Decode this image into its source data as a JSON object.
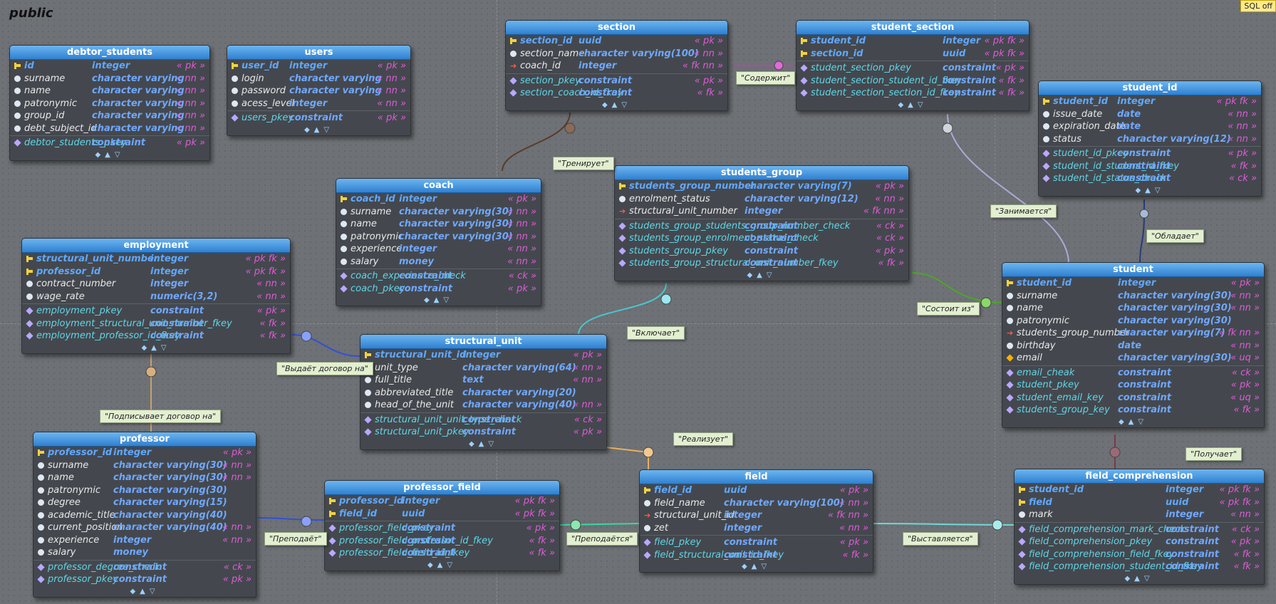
{
  "schema": "public",
  "sql_badge": "SQL off",
  "tables": [
    {
      "id": "debtor_students",
      "name": "debtor_students",
      "typeCol": 115,
      "rows": [
        {
          "k": "pk",
          "n": "id",
          "t": "integer",
          "f": "« pk »"
        },
        {
          "k": "col",
          "n": "surname",
          "t": "character varying",
          "f": "« nn »"
        },
        {
          "k": "col",
          "n": "name",
          "t": "character varying",
          "f": "« nn »"
        },
        {
          "k": "col",
          "n": "patronymic",
          "t": "character varying",
          "f": "« nn »"
        },
        {
          "k": "col",
          "n": "group_id",
          "t": "character varying",
          "f": "« nn »"
        },
        {
          "k": "col",
          "n": "debt_subject_id",
          "t": "character varying",
          "f": "« nn »"
        },
        {
          "k": "sep"
        },
        {
          "k": "con",
          "n": "debtor_students_pkey",
          "t": "constraint",
          "f": "« pk »"
        }
      ]
    },
    {
      "id": "users",
      "name": "users",
      "typeCol": 87,
      "rows": [
        {
          "k": "pk",
          "n": "user_id",
          "t": "integer",
          "f": "« pk »"
        },
        {
          "k": "col",
          "n": "login",
          "t": "character varying",
          "f": "« nn »"
        },
        {
          "k": "col",
          "n": "password",
          "t": "character varying",
          "f": "« nn »"
        },
        {
          "k": "col",
          "n": "acess_level",
          "t": "integer",
          "f": "« nn »"
        },
        {
          "k": "sep"
        },
        {
          "k": "con",
          "n": "users_pkey",
          "t": "constraint",
          "f": "« pk »"
        }
      ]
    },
    {
      "id": "section",
      "name": "section",
      "typeCol": 102,
      "rows": [
        {
          "k": "pk",
          "n": "section_id",
          "t": "uuid",
          "f": "« pk »"
        },
        {
          "k": "col",
          "n": "section_name",
          "t": "character varying(100)",
          "f": "« nn »"
        },
        {
          "k": "fk",
          "n": "coach_id",
          "t": "integer",
          "f": "« fk nn »"
        },
        {
          "k": "sep"
        },
        {
          "k": "con",
          "n": "section_pkey",
          "t": "constraint",
          "f": "« pk »"
        },
        {
          "k": "con",
          "n": "section_coach_id_fkey",
          "t": "constraint",
          "f": "« fk »"
        }
      ]
    },
    {
      "id": "student_section",
      "name": "student_section",
      "typeCol": 205,
      "rows": [
        {
          "k": "pk",
          "n": "student_id",
          "t": "integer",
          "f": "« pk fk »"
        },
        {
          "k": "pk",
          "n": "section_id",
          "t": "uuid",
          "f": "« pk fk »"
        },
        {
          "k": "sep"
        },
        {
          "k": "con",
          "n": "student_section_pkey",
          "t": "constraint",
          "f": "« pk »"
        },
        {
          "k": "con",
          "n": "student_section_student_id_fkey",
          "t": "constraint",
          "f": "« fk »"
        },
        {
          "k": "con",
          "n": "student_section_section_id_fkey",
          "t": "constraint",
          "f": "« fk »"
        }
      ]
    },
    {
      "id": "student_id",
      "name": "student_id",
      "typeCol": 110,
      "rows": [
        {
          "k": "pk",
          "n": "student_id",
          "t": "integer",
          "f": "« pk fk »"
        },
        {
          "k": "col",
          "n": "issue_date",
          "t": "date",
          "f": "« nn »"
        },
        {
          "k": "col",
          "n": "expiration_date",
          "t": "date",
          "f": "« nn »"
        },
        {
          "k": "col",
          "n": "status",
          "t": "character varying(12)",
          "f": "« nn »"
        },
        {
          "k": "sep"
        },
        {
          "k": "con",
          "n": "student_id_pkey",
          "t": "constraint",
          "f": "« pk »"
        },
        {
          "k": "con",
          "n": "student_id_student_id_fkey",
          "t": "constraint",
          "f": "« fk »"
        },
        {
          "k": "con",
          "n": "student_id_status_check",
          "t": "constraint",
          "f": "« ck »"
        }
      ]
    },
    {
      "id": "coach",
      "name": "coach",
      "typeCol": 88,
      "rows": [
        {
          "k": "pk",
          "n": "coach_id",
          "t": "integer",
          "f": "« pk »"
        },
        {
          "k": "col",
          "n": "surname",
          "t": "character varying(30)",
          "f": "« nn »"
        },
        {
          "k": "col",
          "n": "name",
          "t": "character varying(30)",
          "f": "« nn »"
        },
        {
          "k": "col",
          "n": "patronymic",
          "t": "character varying(30)",
          "f": "« nn »"
        },
        {
          "k": "col",
          "n": "experience",
          "t": "integer",
          "f": "« nn »"
        },
        {
          "k": "col",
          "n": "salary",
          "t": "money",
          "f": "« nn »"
        },
        {
          "k": "sep"
        },
        {
          "k": "con",
          "n": "coach_experience_check",
          "t": "constraint",
          "f": "« ck »"
        },
        {
          "k": "con",
          "n": "coach_pkey",
          "t": "constraint",
          "f": "« pk »"
        }
      ]
    },
    {
      "id": "students_group",
      "name": "students_group",
      "typeCol": 182,
      "rows": [
        {
          "k": "pk",
          "n": "students_group_number",
          "t": "character varying(7)",
          "f": "« pk »"
        },
        {
          "k": "col",
          "n": "enrolment_status",
          "t": "character varying(12)",
          "f": "« nn »"
        },
        {
          "k": "fk",
          "n": "structural_unit_number",
          "t": "integer",
          "f": "« fk nn »"
        },
        {
          "k": "sep"
        },
        {
          "k": "con",
          "n": "students_group_students_group_number_check",
          "t": "constraint",
          "f": "« ck »"
        },
        {
          "k": "con",
          "n": "students_group_enrolment_status_check",
          "t": "constraint",
          "f": "« ck »"
        },
        {
          "k": "con",
          "n": "students_group_pkey",
          "t": "constraint",
          "f": "« pk »"
        },
        {
          "k": "con",
          "n": "students_group_structural_unit_number_fkey",
          "t": "constraint",
          "f": "« fk »"
        }
      ]
    },
    {
      "id": "employment",
      "name": "employment",
      "typeCol": 180,
      "rows": [
        {
          "k": "pk",
          "n": "structural_unit_number",
          "t": "integer",
          "f": "« pk fk »"
        },
        {
          "k": "pk",
          "n": "professor_id",
          "t": "integer",
          "f": "« pk fk »"
        },
        {
          "k": "col",
          "n": "contract_number",
          "t": "integer",
          "f": "« nn »"
        },
        {
          "k": "col",
          "n": "wage_rate",
          "t": "numeric(3,2)",
          "f": "« nn »"
        },
        {
          "k": "sep"
        },
        {
          "k": "con",
          "n": "employment_pkey",
          "t": "constraint",
          "f": "« pk »"
        },
        {
          "k": "con",
          "n": "employment_structural_unit_number_fkey",
          "t": "constraint",
          "f": "« fk »"
        },
        {
          "k": "con",
          "n": "employment_professor_id_fkey",
          "t": "constraint",
          "f": "« fk »"
        }
      ]
    },
    {
      "id": "student",
      "name": "student",
      "typeCol": 162,
      "rows": [
        {
          "k": "pk",
          "n": "student_id",
          "t": "integer",
          "f": "« pk »"
        },
        {
          "k": "col",
          "n": "surname",
          "t": "character varying(30)",
          "f": "« nn »"
        },
        {
          "k": "col",
          "n": "name",
          "t": "character varying(30)",
          "f": "« nn »"
        },
        {
          "k": "col",
          "n": "patronymic",
          "t": "character varying(30)",
          "f": ""
        },
        {
          "k": "fk",
          "n": "students_group_number",
          "t": "character varying(7)",
          "f": "« fk nn »"
        },
        {
          "k": "col",
          "n": "birthday",
          "t": "date",
          "f": "« nn »"
        },
        {
          "k": "uq",
          "n": "email",
          "t": "character varying(30)",
          "f": "« uq »"
        },
        {
          "k": "sep"
        },
        {
          "k": "con",
          "n": "email_cheak",
          "t": "constraint",
          "f": "« ck »"
        },
        {
          "k": "con",
          "n": "student_pkey",
          "t": "constraint",
          "f": "« pk »"
        },
        {
          "k": "con",
          "n": "student_email_key",
          "t": "constraint",
          "f": "« uq »"
        },
        {
          "k": "con",
          "n": "students_group_key",
          "t": "constraint",
          "f": "« fk »"
        }
      ]
    },
    {
      "id": "structural_unit",
      "name": "structural_unit",
      "typeCol": 143,
      "rows": [
        {
          "k": "pk",
          "n": "structural_unit_id",
          "t": "integer",
          "f": "« pk »"
        },
        {
          "k": "col",
          "n": "unit_type",
          "t": "character varying(64)",
          "f": "« nn »"
        },
        {
          "k": "col",
          "n": "full_title",
          "t": "text",
          "f": "« nn »"
        },
        {
          "k": "col",
          "n": "abbreviated_title",
          "t": "character varying(20)",
          "f": ""
        },
        {
          "k": "col",
          "n": "head_of_the_unit",
          "t": "character varying(40)",
          "f": "« nn »"
        },
        {
          "k": "sep"
        },
        {
          "k": "con",
          "n": "structural_unit_unit_type_check",
          "t": "constraint",
          "f": "« ck »"
        },
        {
          "k": "con",
          "n": "structural_unit_pkey",
          "t": "constraint",
          "f": "« pk »"
        }
      ]
    },
    {
      "id": "professor",
      "name": "professor",
      "typeCol": 112,
      "rows": [
        {
          "k": "pk",
          "n": "professor_id",
          "t": "integer",
          "f": "« pk »"
        },
        {
          "k": "col",
          "n": "surname",
          "t": "character varying(30)",
          "f": "« nn »"
        },
        {
          "k": "col",
          "n": "name",
          "t": "character varying(30)",
          "f": "« nn »"
        },
        {
          "k": "col",
          "n": "patronymic",
          "t": "character varying(30)",
          "f": ""
        },
        {
          "k": "col",
          "n": "degree",
          "t": "character varying(15)",
          "f": ""
        },
        {
          "k": "col",
          "n": "academic_title",
          "t": "character varying(40)",
          "f": ""
        },
        {
          "k": "col",
          "n": "current_position",
          "t": "character varying(40)",
          "f": "« nn »"
        },
        {
          "k": "col",
          "n": "experience",
          "t": "integer",
          "f": "« nn »"
        },
        {
          "k": "col",
          "n": "salary",
          "t": "money",
          "f": ""
        },
        {
          "k": "sep"
        },
        {
          "k": "con",
          "n": "professor_degree_check",
          "t": "constraint",
          "f": "« ck »"
        },
        {
          "k": "con",
          "n": "professor_pkey",
          "t": "constraint",
          "f": "« pk »"
        }
      ]
    },
    {
      "id": "professor_field",
      "name": "professor_field",
      "typeCol": 108,
      "rows": [
        {
          "k": "pk",
          "n": "professor_id",
          "t": "integer",
          "f": "« pk fk »"
        },
        {
          "k": "pk",
          "n": "field_id",
          "t": "uuid",
          "f": "« pk fk »"
        },
        {
          "k": "sep"
        },
        {
          "k": "con",
          "n": "professor_field_pkey",
          "t": "constraint",
          "f": "« pk »"
        },
        {
          "k": "con",
          "n": "professor_field_professor_id_fkey",
          "t": "constraint",
          "f": "« fk »"
        },
        {
          "k": "con",
          "n": "professor_field_field_id_fkey",
          "t": "constraint",
          "f": "« fk »"
        }
      ]
    },
    {
      "id": "field",
      "name": "field",
      "typeCol": 118,
      "rows": [
        {
          "k": "pk",
          "n": "field_id",
          "t": "uuid",
          "f": "« pk »"
        },
        {
          "k": "col",
          "n": "field_name",
          "t": "character varying(100)",
          "f": "« nn »"
        },
        {
          "k": "fk",
          "n": "structural_unit_id",
          "t": "integer",
          "f": "« fk nn »"
        },
        {
          "k": "col",
          "n": "zet",
          "t": "integer",
          "f": "« nn »"
        },
        {
          "k": "sep"
        },
        {
          "k": "con",
          "n": "field_pkey",
          "t": "constraint",
          "f": "« pk »"
        },
        {
          "k": "con",
          "n": "field_structural_unit_id_fkey",
          "t": "constraint",
          "f": "« fk »"
        }
      ]
    },
    {
      "id": "field_comprehension",
      "name": "field_comprehension",
      "typeCol": 212,
      "rows": [
        {
          "k": "pk",
          "n": "student_id",
          "t": "integer",
          "f": "« pk fk »"
        },
        {
          "k": "pk",
          "n": "field",
          "t": "uuid",
          "f": "« pk fk »"
        },
        {
          "k": "col",
          "n": "mark",
          "t": "integer",
          "f": "« nn »"
        },
        {
          "k": "sep"
        },
        {
          "k": "con",
          "n": "field_comprehension_mark_check",
          "t": "constraint",
          "f": "« ck »"
        },
        {
          "k": "con",
          "n": "field_comprehension_pkey",
          "t": "constraint",
          "f": "« pk »"
        },
        {
          "k": "con",
          "n": "field_comprehension_field_fkey",
          "t": "constraint",
          "f": "« fk »"
        },
        {
          "k": "con",
          "n": "field_comprehension_student_id_fkey",
          "t": "constraint",
          "f": "« fk »"
        }
      ]
    }
  ],
  "relations": [
    {
      "id": "contains",
      "text": "\"Содержит\""
    },
    {
      "id": "trains",
      "text": "\"Тренирует\""
    },
    {
      "id": "studies",
      "text": "\"Занимается\""
    },
    {
      "id": "owns",
      "text": "\"Обладает\""
    },
    {
      "id": "consists",
      "text": "\"Состоит из\""
    },
    {
      "id": "includes",
      "text": "\"Включает\""
    },
    {
      "id": "issues",
      "text": "\"Выдаёт договор на\""
    },
    {
      "id": "signs",
      "text": "\"Подписывает договор на\""
    },
    {
      "id": "implements",
      "text": "\"Реализует\""
    },
    {
      "id": "receives",
      "text": "\"Получает\""
    },
    {
      "id": "teaches",
      "text": "\"Преподаёт\""
    },
    {
      "id": "taught",
      "text": "\"Преподаётся\""
    },
    {
      "id": "assigned",
      "text": "\"Выставляется\""
    }
  ]
}
